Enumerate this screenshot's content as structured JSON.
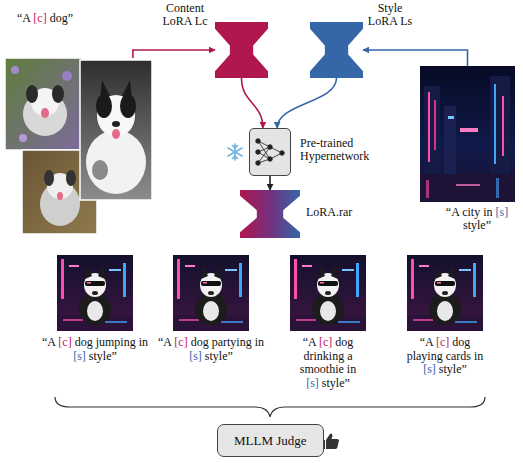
{
  "diagram": {
    "nodes": [
      {
        "text": [
          "“A [c] dog”"
        ]
      },
      {
        "text": [
          "Content LoRA Lc"
        ]
      },
      {
        "text": [
          "Style LoRA Ls"
        ]
      },
      {
        "text": [
          "“A city in [s] style”"
        ]
      },
      {
        "text": [
          "Pre-trained Hypernetwork"
        ]
      },
      {
        "text": [
          "LoRA.rar"
        ]
      },
      {
        "text": [
          "MLLM Judge"
        ]
      }
    ],
    "edges": [
      {
        "from": 0,
        "to": 1,
        "arrow": "to"
      },
      {
        "from": 3,
        "to": 2,
        "arrow": "to"
      },
      {
        "from": 1,
        "to": 4,
        "arrow": "to"
      },
      {
        "from": 2,
        "to": 4,
        "arrow": "to"
      },
      {
        "from": 4,
        "to": 5,
        "arrow": "to"
      }
    ],
    "labels": [
      "“A [c] dog jumping in [s] style”",
      "“A [c] dog partying in [s] style”",
      "“A [c] dog drinking a smoothie in [s] style”",
      "“A [c] dog playing cards in [s] style”"
    ]
  }
}
